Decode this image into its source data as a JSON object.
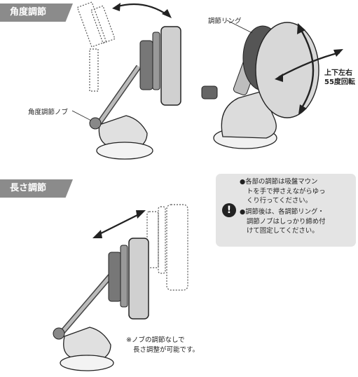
{
  "sections": {
    "angle_title": "角度調節",
    "length_title": "長さ調節"
  },
  "labels": {
    "angle_knob": "角度調節ノブ",
    "adjust_ring": "調節リング",
    "rotation": [
      "上下左右",
      "55度回転"
    ],
    "footnote": [
      "※ノブの調節なしで",
      "長さ調整が可能です。"
    ]
  },
  "notice": {
    "icon": "exclamation-icon",
    "items": [
      {
        "marker": "●",
        "lines": [
          "各部の調節は吸盤マウン",
          "トを手で押さえながらゆっ",
          "くり行ってください。"
        ]
      },
      {
        "marker": "●",
        "lines": [
          "調節後は、各調節リング・",
          "調節ノブはしっかり締め付",
          "けて固定してください。"
        ]
      }
    ]
  }
}
